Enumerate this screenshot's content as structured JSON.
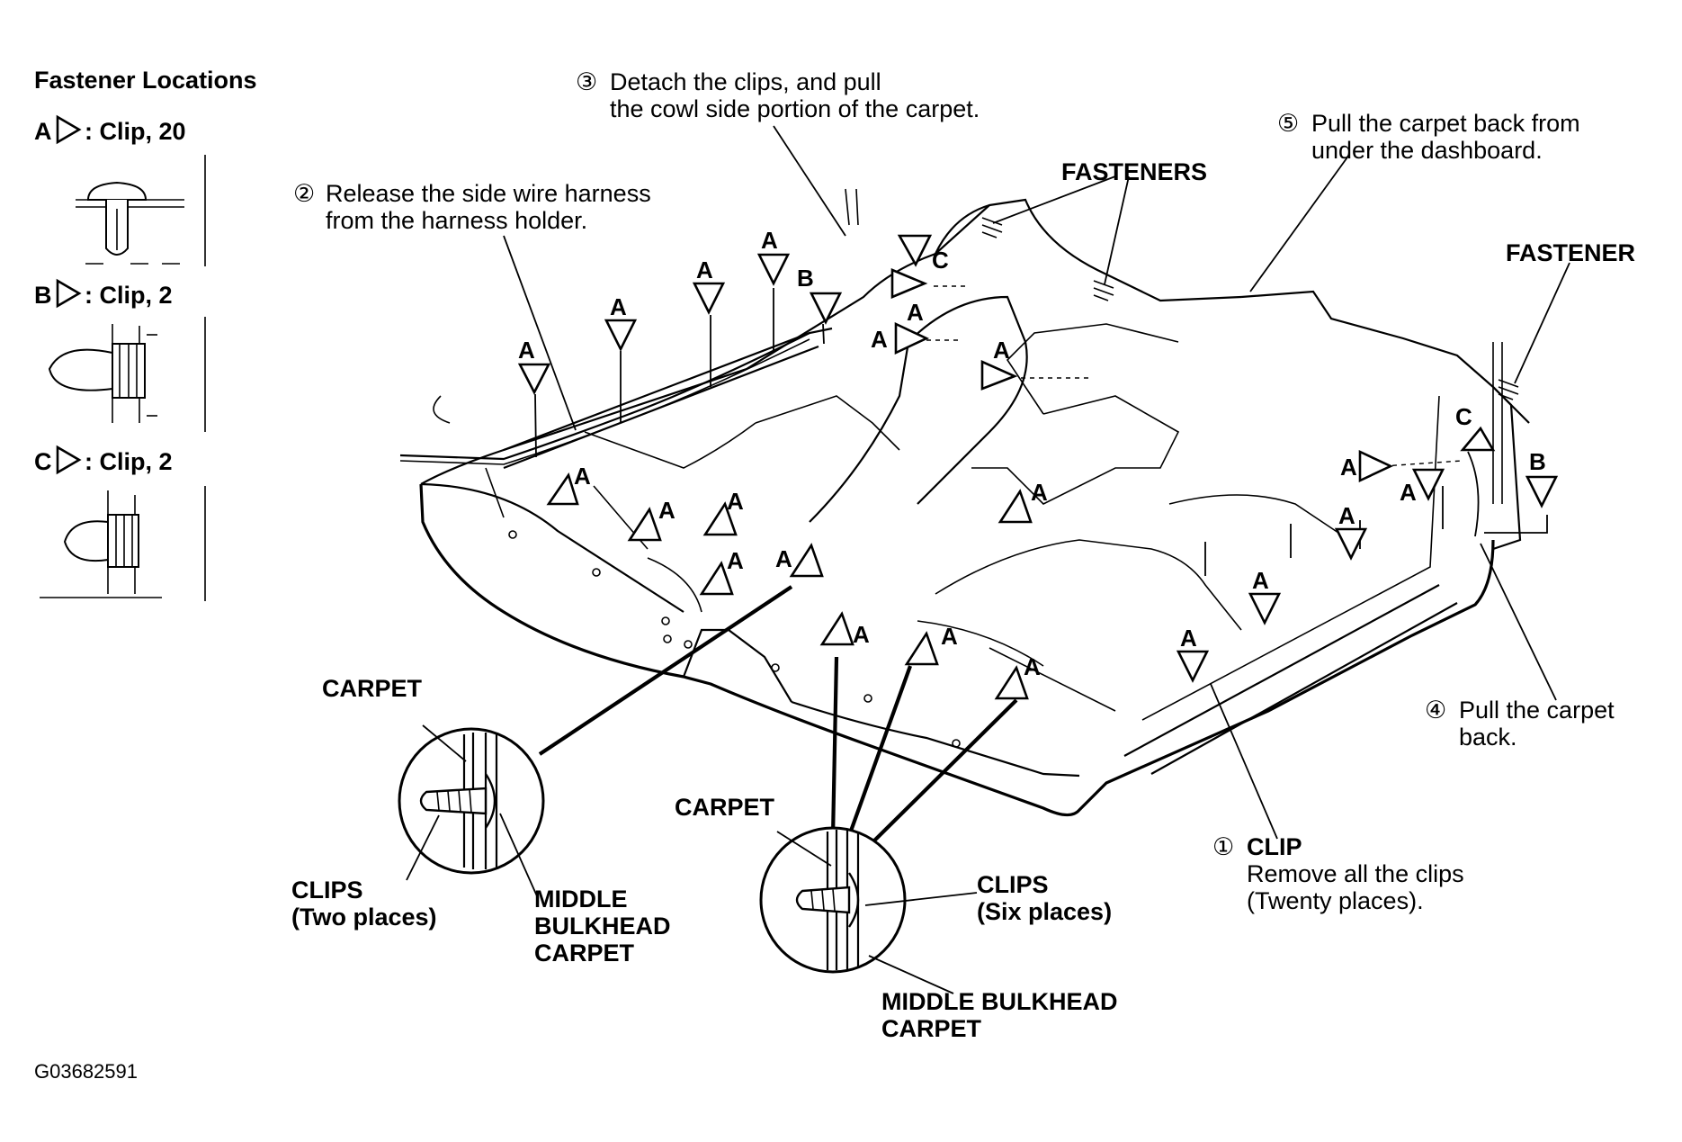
{
  "legend": {
    "title": "Fastener Locations",
    "items": [
      {
        "key": "A",
        "text": ": Clip, 20"
      },
      {
        "key": "B",
        "text": ": Clip, 2"
      },
      {
        "key": "C",
        "text": ": Clip, 2"
      }
    ]
  },
  "steps": {
    "step1_num": "①",
    "step1_title": "CLIP",
    "step1_line1": "Remove all the clips",
    "step1_line2": "(Twenty places).",
    "step2_num": "②",
    "step2_line1": "Release the side wire harness",
    "step2_line2": "from the harness holder.",
    "step3_num": "③",
    "step3_line1": "Detach the clips, and pull",
    "step3_line2": "the cowl side portion of the carpet.",
    "step4_num": "④",
    "step4_line1": "Pull the carpet",
    "step4_line2": "back.",
    "step5_num": "⑤",
    "step5_line1": "Pull the carpet back from",
    "step5_line2": "under the dashboard."
  },
  "callouts": {
    "fasteners": "FASTENERS",
    "fastener": "FASTENER",
    "carpet": "CARPET",
    "clips_two_1": "CLIPS",
    "clips_two_2": "(Two places)",
    "clips_six_1": "CLIPS",
    "clips_six_2": "(Six places)",
    "middle_bulkhead_1": "MIDDLE",
    "middle_bulkhead_2": "BULKHEAD",
    "middle_bulkhead_3": "CARPET",
    "middle_bulkhead_b1": "MIDDLE BULKHEAD",
    "middle_bulkhead_b2": "CARPET"
  },
  "markers": {
    "a": "A",
    "b": "B",
    "c": "C"
  },
  "figure_id": "G03682591"
}
